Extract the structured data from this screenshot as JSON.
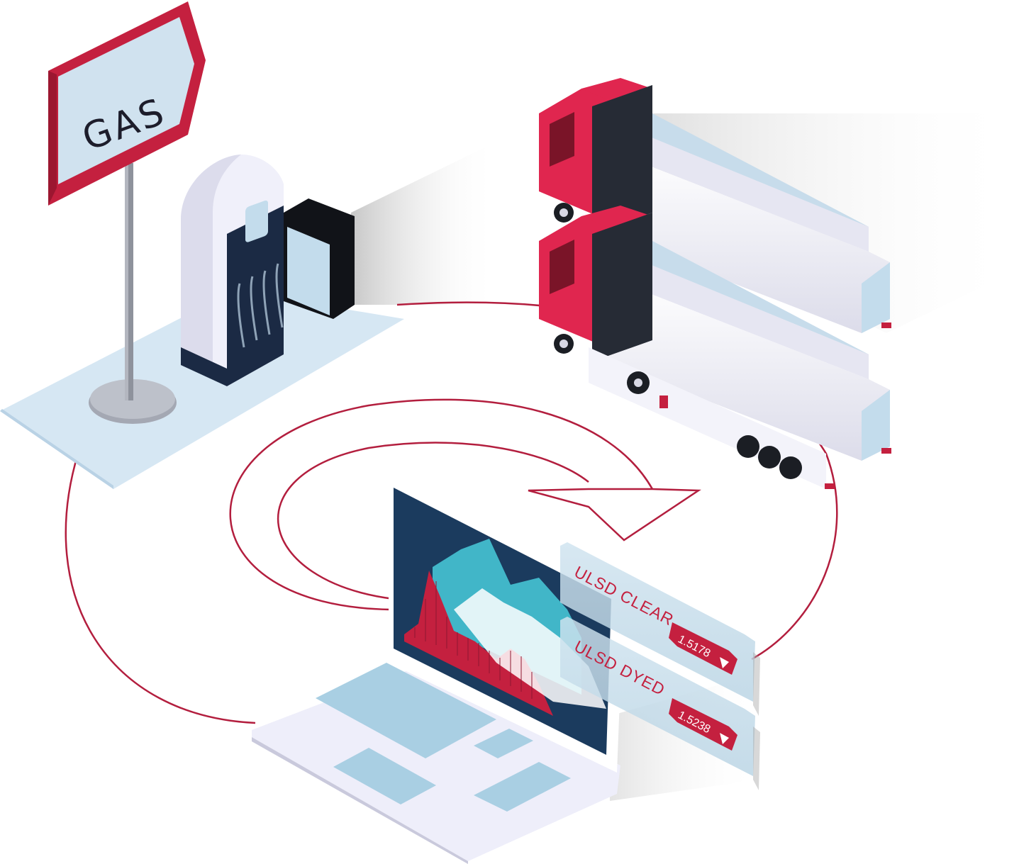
{
  "sign": {
    "text": "GAS"
  },
  "price_cards": [
    {
      "label": "ULSD CLEAR",
      "value": "1.5178",
      "trend": "down-triangle-icon"
    },
    {
      "label": "ULSD DYED",
      "value": "1.5238",
      "trend": "down-triangle-icon"
    }
  ],
  "colors": {
    "brand_red": "#c4203f",
    "truck_red": "#e0264f",
    "navy": "#1b3b5e",
    "teal": "#41b6c8",
    "light_blue": "#cfe3f1",
    "pale_lilac": "#eeeefa"
  }
}
